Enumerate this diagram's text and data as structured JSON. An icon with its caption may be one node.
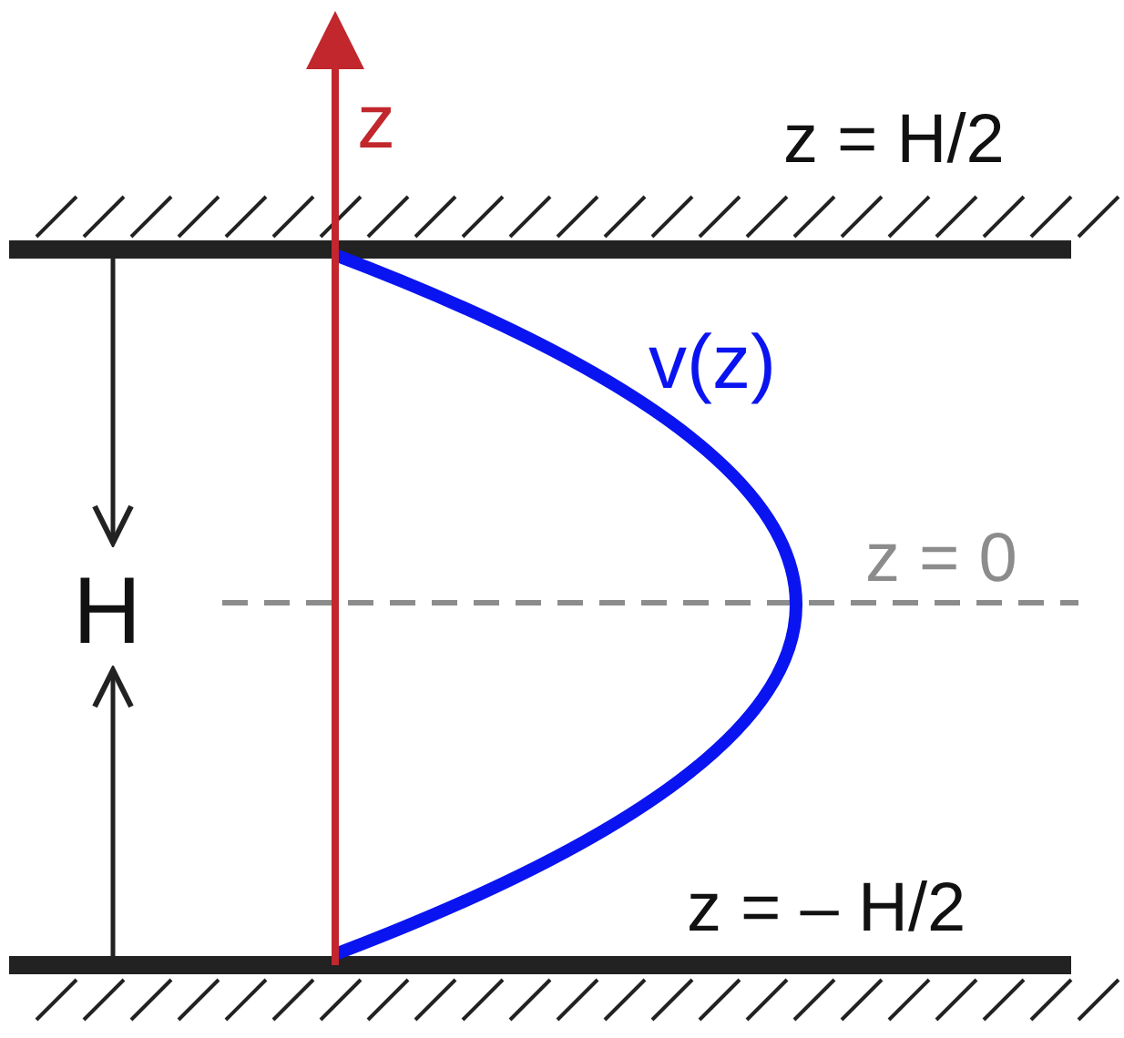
{
  "diagram": {
    "labels": [
      "z",
      "z = H/2",
      "v(z)",
      "z = 0",
      "H",
      "z = – H/2"
    ]
  }
}
